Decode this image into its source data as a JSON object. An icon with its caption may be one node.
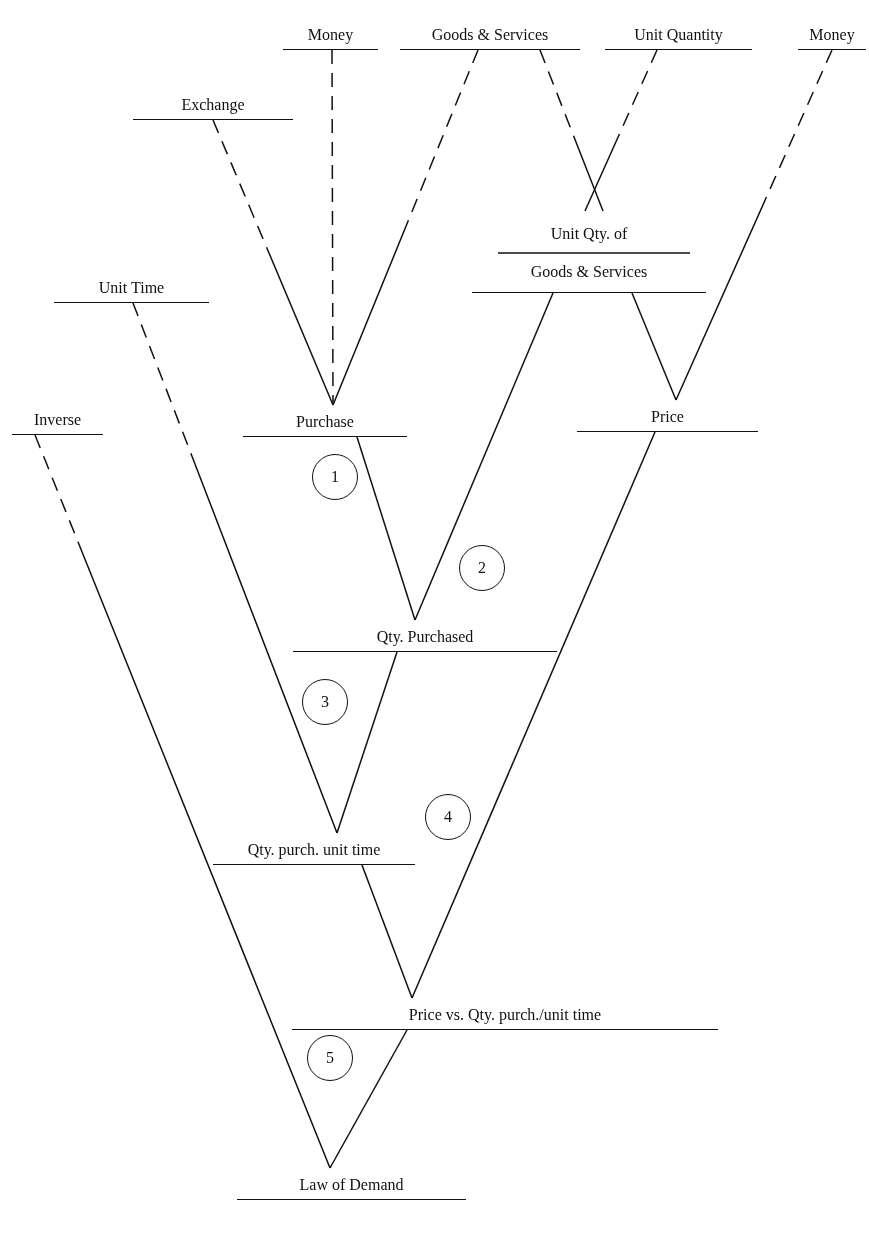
{
  "diagram": {
    "nodes": [
      {
        "text": [
          "Money"
        ]
      },
      {
        "text": [
          "Goods & Services"
        ]
      },
      {
        "text": [
          "Unit Quantity"
        ]
      },
      {
        "text": [
          "Money"
        ]
      },
      {
        "text": [
          "Exchange"
        ]
      },
      {
        "text": [
          "Unit Qty. of",
          "Goods & Services"
        ]
      },
      {
        "text": [
          "Unit Time"
        ]
      },
      {
        "text": [
          "Inverse"
        ]
      },
      {
        "text": [
          "Purchase"
        ]
      },
      {
        "text": [
          "Price"
        ]
      },
      {
        "text": [
          "Qty. Purchased"
        ]
      },
      {
        "text": [
          "Qty. purch. unit time"
        ]
      },
      {
        "text": [
          "Price vs. Qty. purch./unit time"
        ]
      },
      {
        "text": [
          "Law of Demand"
        ]
      }
    ],
    "edges": [
      {
        "from": 0,
        "to": 8,
        "arrow": "none",
        "style": "dashed"
      },
      {
        "from": 4,
        "to": 8,
        "arrow": "none",
        "style": "dashed"
      },
      {
        "from": 1,
        "to": 8,
        "arrow": "none",
        "style": "dashed"
      },
      {
        "from": 1,
        "to": 5,
        "arrow": "none",
        "style": "dashed"
      },
      {
        "from": 2,
        "to": 5,
        "arrow": "none",
        "style": "dashed"
      },
      {
        "from": 3,
        "to": 9,
        "arrow": "none",
        "style": "dashed"
      },
      {
        "from": 5,
        "to": 9,
        "arrow": "none"
      },
      {
        "from": 8,
        "to": 10,
        "arrow": "none"
      },
      {
        "from": 5,
        "to": 10,
        "arrow": "none"
      },
      {
        "from": 6,
        "to": 11,
        "arrow": "none",
        "style": "dashed"
      },
      {
        "from": 10,
        "to": 11,
        "arrow": "none"
      },
      {
        "from": 11,
        "to": 12,
        "arrow": "none"
      },
      {
        "from": 9,
        "to": 12,
        "arrow": "none"
      },
      {
        "from": 7,
        "to": 13,
        "arrow": "none",
        "style": "dashed"
      },
      {
        "from": 12,
        "to": 13,
        "arrow": "none"
      }
    ],
    "labels": [
      "1",
      "2",
      "3",
      "4",
      "5"
    ]
  }
}
